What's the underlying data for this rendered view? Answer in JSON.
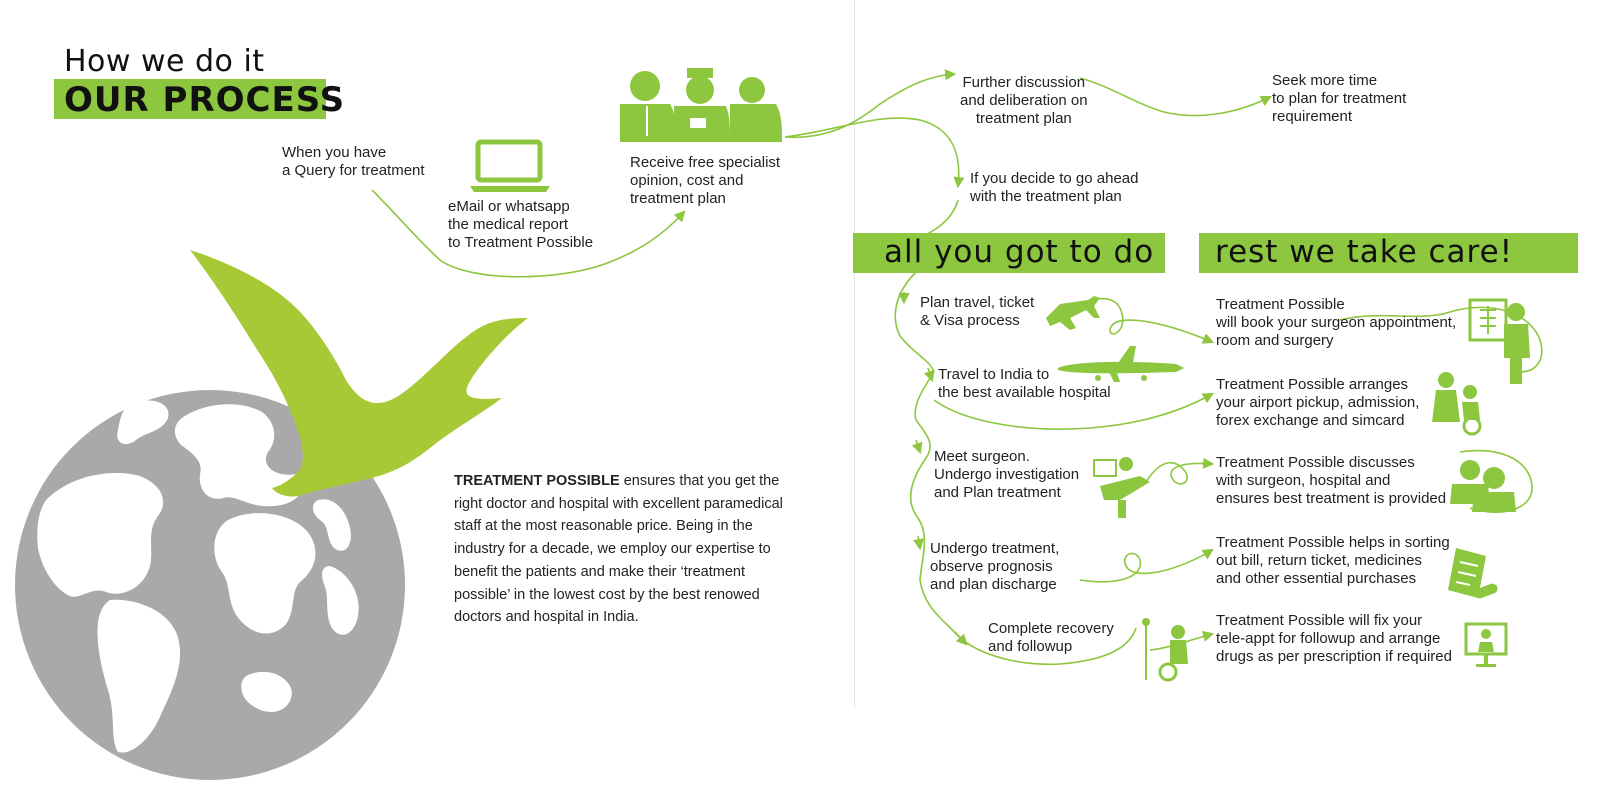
{
  "heading": {
    "small": "How we do it",
    "big": "OUR PROCESS"
  },
  "steps": {
    "query": "When you have\na Query for treatment",
    "email": "eMail or whatsapp\nthe medical report\nto Treatment Possible",
    "opinion": "Receive free specialist\nopinion, cost and\ntreatment plan",
    "further": "Further discussion\nand deliberation on\ntreatment plan",
    "seek": "Seek more time\nto plan for treatment\nrequirement",
    "decide": "If you decide to go ahead\nwith the treatment plan"
  },
  "bands": {
    "left": "all you got to do",
    "right": "rest we take care!"
  },
  "left_steps": [
    "Plan travel, ticket\n& Visa process",
    "Travel to India to\nthe best available hospital",
    "Meet surgeon.\nUndergo investigation\nand Plan treatment",
    "Undergo treatment,\nobserve prognosis\nand plan discharge",
    "Complete recovery\nand followup"
  ],
  "right_steps": [
    "Treatment Possible\nwill book your surgeon appointment,\nroom and surgery",
    "Treatment Possible arranges\nyour airport pickup, admission,\nforex exchange and simcard",
    "Treatment Possible discusses\nwith surgeon, hospital and\nensures best treatment is provided",
    "Treatment Possible helps in sorting\nout bill, return ticket, medicines\nand other essential purchases",
    "Treatment Possible will fix your\ntele-appt for followup and arrange\ndrugs as per prescription if required"
  ],
  "description": {
    "brand": "TREATMENT POSSIBLE",
    "text": " ensures that you get the right doctor and hospital with excellent paramedical staff at the most reasonable price. Being in the industry for a decade, we employ our expertise to benefit the patients and make their ‘treatment possible’ in the lowest cost by the best renowed doctors and hospital in India."
  },
  "colors": {
    "accent": "#8dc63f",
    "globe": "#a9a9a9",
    "text": "#222222"
  },
  "icons": [
    "globe-icon",
    "bird-icon",
    "laptop-icon",
    "doctors-icon",
    "airplane-icon",
    "large-airplane-icon",
    "xray-doctor-icon",
    "wheelchair-helper-icon",
    "dentist-chair-icon",
    "surgeons-icon",
    "iv-drip-patient-icon",
    "clipboard-pill-icon",
    "telemedicine-screen-icon"
  ]
}
